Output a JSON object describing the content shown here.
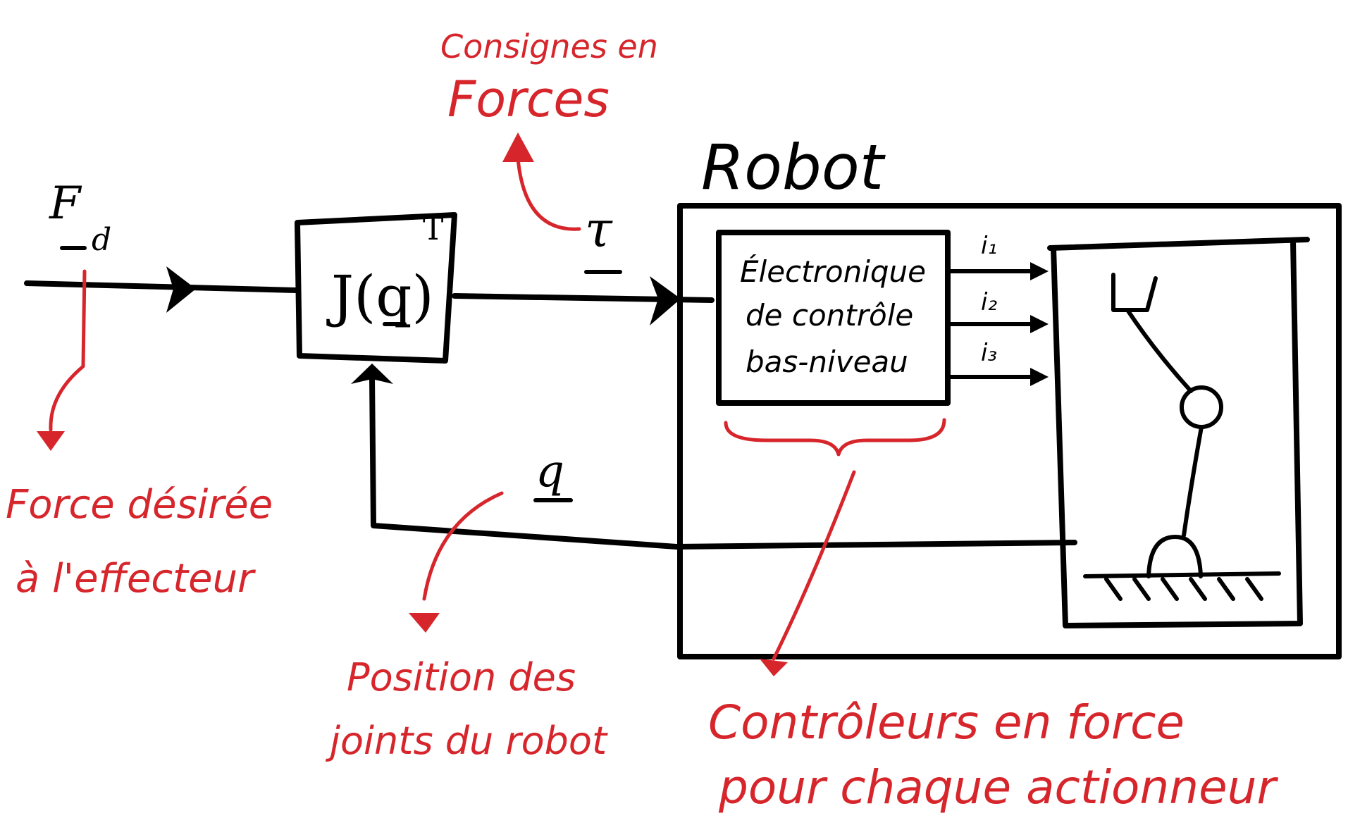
{
  "colors": {
    "ink": "#000000",
    "annotation": "#d6262c",
    "background": "#ffffff"
  },
  "labels": {
    "input_symbol": "F",
    "input_subscript": "d",
    "jacobian_block": "J(q)",
    "jacobian_superscript": "T",
    "tau_symbol": "τ",
    "q_symbol": "q",
    "robot_title": "Robot",
    "electronics_line1": "Électronique",
    "electronics_line2": "de contrôle",
    "electronics_line3": "bas-niveau",
    "current_1": "i₁",
    "current_2": "i₂",
    "current_3": "i₃"
  },
  "annotations": {
    "force_commands_line1": "Consignes en",
    "force_commands_line2": "Forces",
    "desired_force_line1": "Force désirée",
    "desired_force_line2": "à l'effecteur",
    "joint_position_line1": "Position des",
    "joint_position_line2": "joints du robot",
    "force_controllers_line1": "Contrôleurs en force",
    "force_controllers_line2": "pour chaque actionneur"
  }
}
